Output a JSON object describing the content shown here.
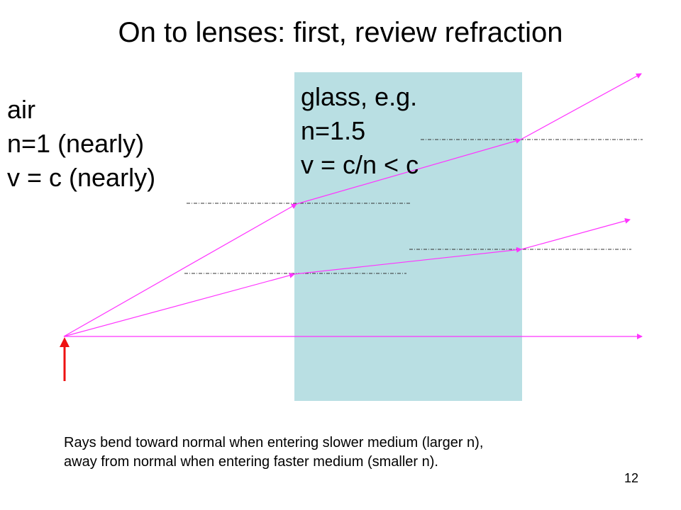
{
  "slide": {
    "title": "On to lenses: first, review refraction",
    "page_number": "12"
  },
  "air": {
    "lines": [
      "air",
      "n=1 (nearly)",
      "v = c (nearly)"
    ]
  },
  "glass": {
    "lines": [
      "glass, e.g.",
      "n=1.5",
      "v = c/n < c"
    ]
  },
  "caption": {
    "lines": [
      "Rays bend toward normal when entering slower medium (larger n),",
      "away from normal when entering faster medium (smaller n)."
    ]
  },
  "colors": {
    "ray": "#ff33ff",
    "object": "#ee1111",
    "glass": "#b9dfe3",
    "normal": "#333333"
  }
}
